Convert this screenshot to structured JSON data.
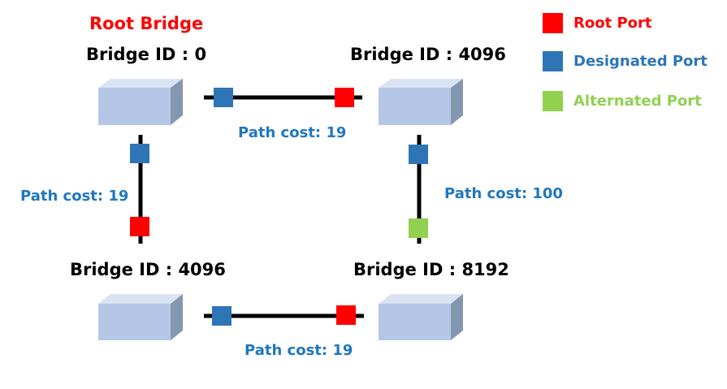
{
  "root_title": "Root Bridge",
  "bridges": [
    {
      "label": "Bridge ID : 0"
    },
    {
      "label": "Bridge ID : 4096"
    },
    {
      "label": "Bridge ID : 4096"
    },
    {
      "label": "Bridge ID : 8192"
    }
  ],
  "links": [
    {
      "cost": "Path cost: 19"
    },
    {
      "cost": "Path cost: 19"
    },
    {
      "cost": "Path cost: 100"
    },
    {
      "cost": "Path cost: 19"
    }
  ],
  "legend": [
    {
      "label": "Root Port",
      "color": "#ff0000"
    },
    {
      "label": "Designated Port",
      "color": "#2e75b6"
    },
    {
      "label": "Alternated Port",
      "color": "#92d050"
    }
  ],
  "colors": {
    "root_title": "#ff0000",
    "path_cost_text": "#1f77c0",
    "root_port": "#ff0000",
    "designated_port": "#2e75b6",
    "alternated_port": "#92d050",
    "box_front": "#b4c7e7",
    "box_top": "#dae3f3",
    "box_side": "#8497b0",
    "link": "#000000"
  }
}
